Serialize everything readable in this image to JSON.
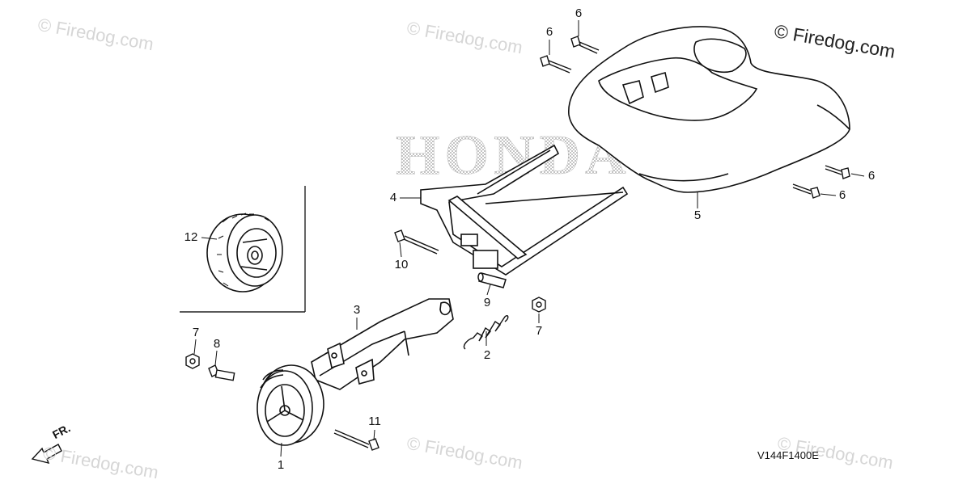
{
  "watermarks": [
    "© Firedog.com",
    "© Firedog.com",
    "© Firedog.com",
    "© Firedog.com",
    "© Firedog.com",
    "© Firedog.com"
  ],
  "brand_text": "HONDA",
  "front_indicator": "FR.",
  "diagram_id": "V144F1400E",
  "callouts": {
    "c1": "1",
    "c2": "2",
    "c3": "3",
    "c4": "4",
    "c5": "5",
    "c6a": "6",
    "c6b": "6",
    "c6c": "6",
    "c6d": "6",
    "c7a": "7",
    "c7b": "7",
    "c8": "8",
    "c9": "9",
    "c10": "10",
    "c11": "11",
    "c12": "12"
  }
}
